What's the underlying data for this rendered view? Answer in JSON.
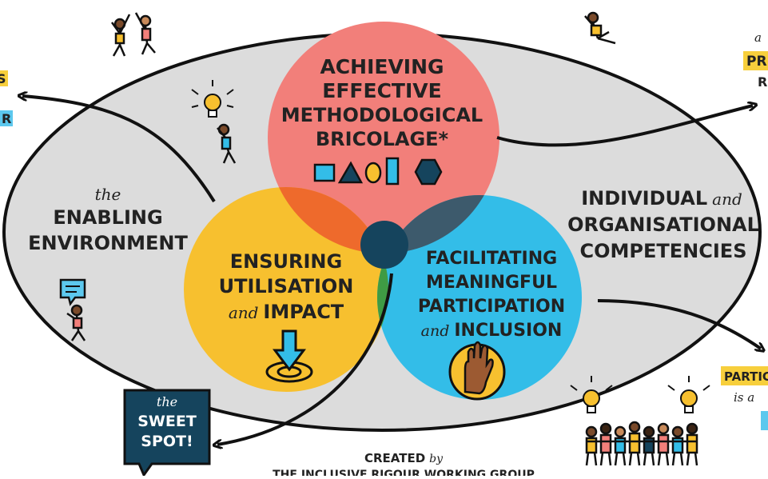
{
  "colors": {
    "background": "#ffffff",
    "ellipse": "#dcdcdc",
    "top_circle": "#f27f7a",
    "left_circle": "#f7c02f",
    "right_circle": "#33bde8",
    "overlap_top_left": "#ee6a2c",
    "overlap_top_right": "#3d5a6c",
    "overlap_bottom": "#3f9b44",
    "sweet_spot": "#15445d",
    "highlight_yellow": "#f7cf3c",
    "highlight_blue": "#5cc8ee"
  },
  "circles": {
    "top": {
      "line1": "ACHIEVING",
      "line2": "EFFECTIVE",
      "line3": "METHODOLOGICAL",
      "line4": "BRICOLAGE*"
    },
    "left": {
      "line1": "ENSURING",
      "line2": "UTILISATION",
      "line3_script": "and",
      "line3_bold": "IMPACT"
    },
    "right": {
      "line1": "FACILITATING",
      "line2": "MEANINGFUL",
      "line3": "PARTICIPATION",
      "line4_script": "and",
      "line4_bold": "INCLUSION"
    }
  },
  "labels": {
    "enabling": {
      "small": "the",
      "line1": "ENABLING",
      "line2": "ENVIRONMENT"
    },
    "competencies": {
      "line1": "INDIVIDUAL",
      "line1_script": "and",
      "line2": "ORGANISATIONAL",
      "line3": "COMPETENCIES"
    },
    "sweet_spot": {
      "small": "the",
      "line1": "SWEET",
      "line2": "SPOT!"
    },
    "credit": {
      "line1": "CREATED",
      "line1_script": "by",
      "line2": "THE INCLUSIVE RIGOUR  WORKING GROUP"
    }
  },
  "edge_text": {
    "top_right_script": "a",
    "top_right_highlight": "PR",
    "top_right_line": "R",
    "bottom_right_highlight": "PARTIC",
    "bottom_right_script": "is a",
    "left_fragment_1": "S",
    "left_fragment_2": "R"
  },
  "icons": [
    "lightbulb-icon",
    "hand-icon",
    "target-arrow-icon",
    "speech-bubble-icon",
    "shapes-icon"
  ]
}
